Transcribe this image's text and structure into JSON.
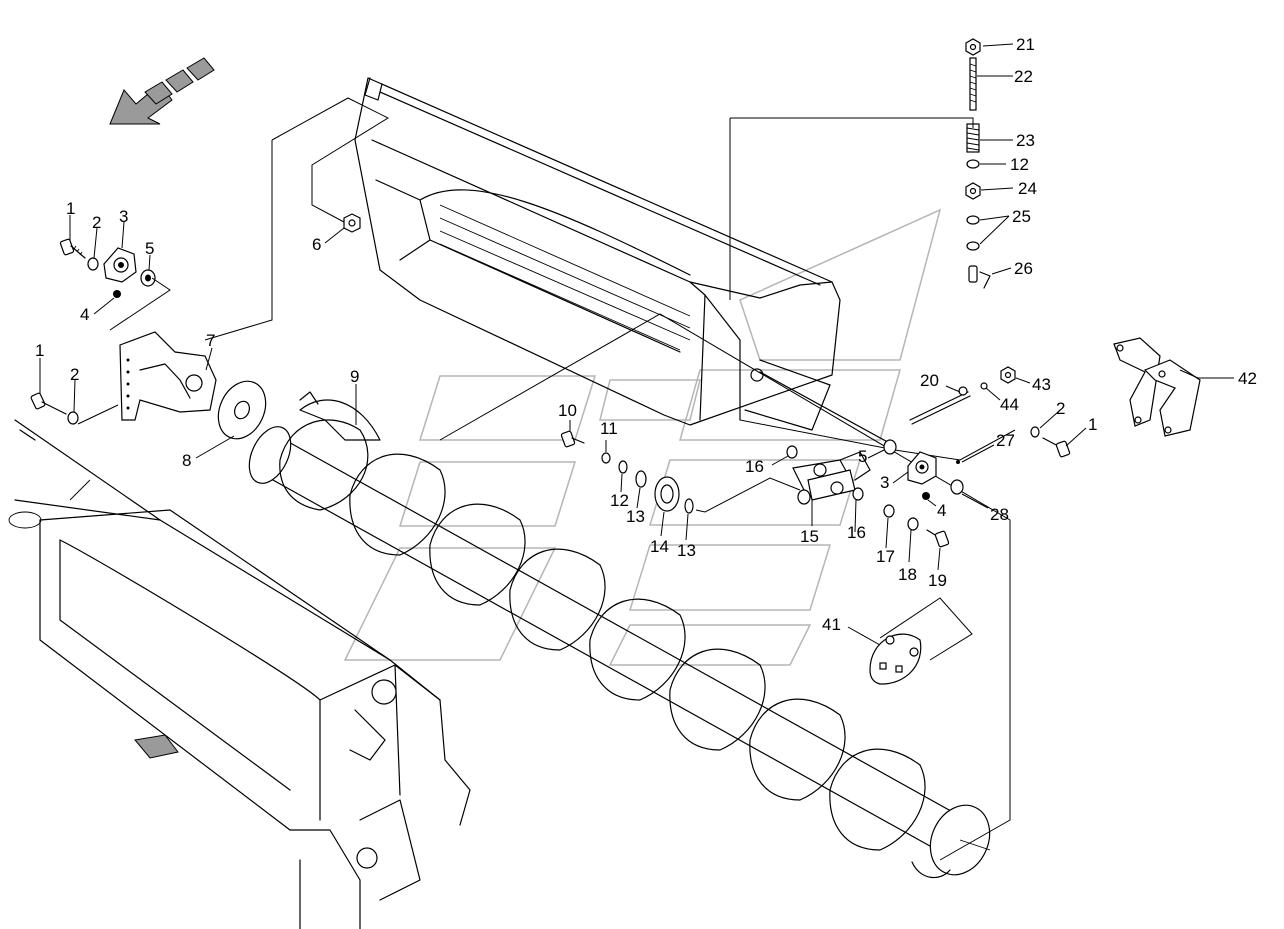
{
  "callouts": {
    "c1a": "1",
    "c2a": "2",
    "c3a": "3",
    "c5a": "5",
    "c4a": "4",
    "c6": "6",
    "c7": "7",
    "c1b": "1",
    "c2b": "2",
    "c8": "8",
    "c9": "9",
    "c10": "10",
    "c11": "11",
    "c12a": "12",
    "c13a": "13",
    "c14": "14",
    "c13b": "13",
    "c16a": "16",
    "c15": "15",
    "c16b": "16",
    "c5b": "5",
    "c3b": "3",
    "c4b": "4",
    "c17": "17",
    "c18": "18",
    "c19": "19",
    "c28": "28",
    "c27": "27",
    "c2c": "2",
    "c1c": "1",
    "c20": "20",
    "c43": "43",
    "c44": "44",
    "c42": "42",
    "c41": "41",
    "c21": "21",
    "c22": "22",
    "c23": "23",
    "c12b": "12",
    "c24": "24",
    "c25": "25",
    "c26": "26"
  },
  "colors": {
    "line": "#000000",
    "watermark": "#b5b5b5",
    "arrow_fill": "#9a9a9a",
    "background": "#ffffff"
  }
}
